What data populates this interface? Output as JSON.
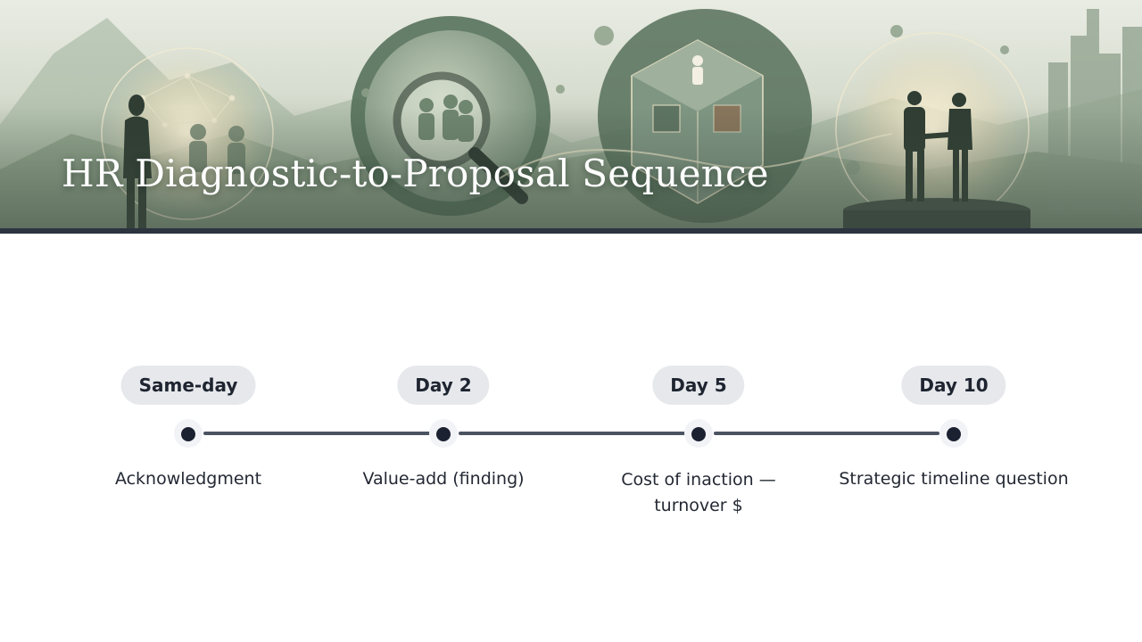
{
  "slide": {
    "title": "HR Diagnostic-to-Proposal Sequence"
  },
  "colors": {
    "banner_green": "#6f8a6f",
    "rule": "#2c3440",
    "pill_bg": "#e6e8ec",
    "dot": "#1b2130",
    "line": "#4b5361"
  },
  "timeline": {
    "steps": [
      {
        "tag": "Same-day",
        "label": "Acknowledgment"
      },
      {
        "tag": "Day 2",
        "label": "Value-add (finding)"
      },
      {
        "tag": "Day 5",
        "label": "Cost of inaction —",
        "label2": "turnover $"
      },
      {
        "tag": "Day 10",
        "label": "Strategic timeline question"
      }
    ]
  }
}
